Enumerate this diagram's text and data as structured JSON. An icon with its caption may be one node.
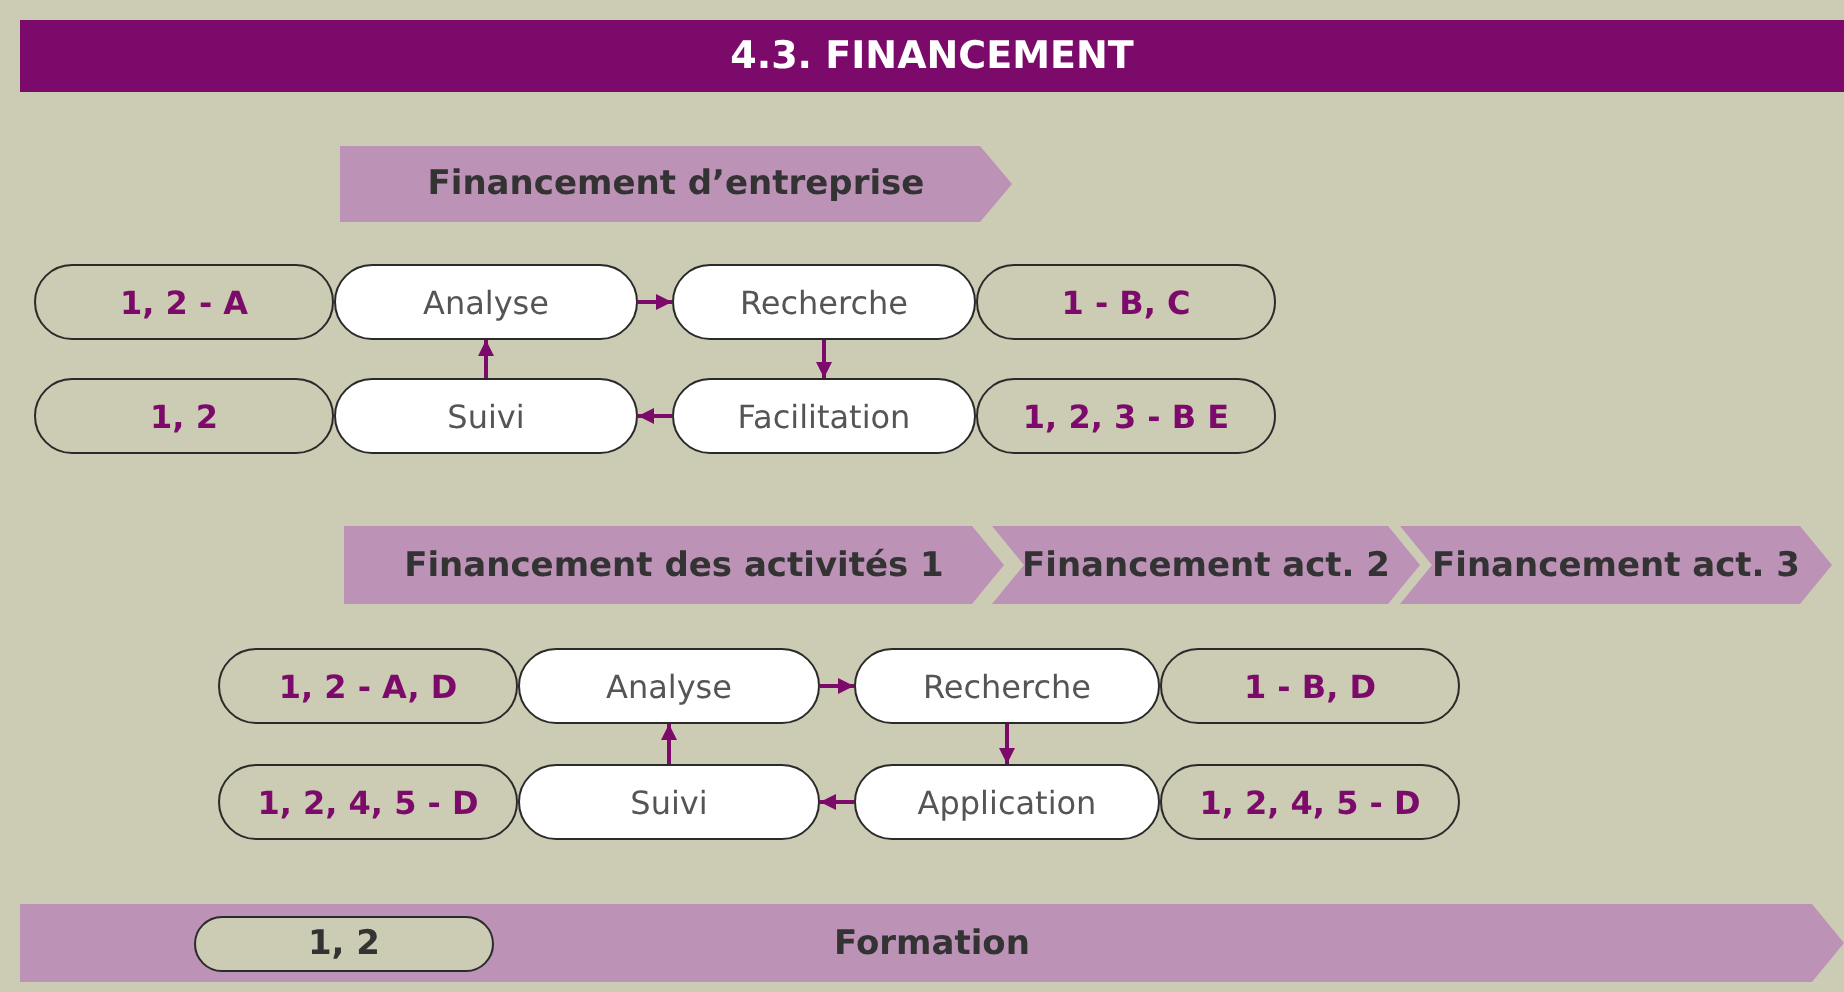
{
  "diagram": {
    "title": "4.3. FINANCEMENT",
    "nodes": [
      {
        "text": [
          "Financement d’entreprise"
        ]
      },
      {
        "text": [
          "1, 2 - A"
        ]
      },
      {
        "text": [
          "Analyse"
        ]
      },
      {
        "text": [
          "Recherche"
        ]
      },
      {
        "text": [
          "1 - B, C"
        ]
      },
      {
        "text": [
          "1, 2"
        ]
      },
      {
        "text": [
          "Suivi"
        ]
      },
      {
        "text": [
          "Facilitation"
        ]
      },
      {
        "text": [
          "1, 2, 3 - B E"
        ]
      },
      {
        "text": [
          "Financement des activités 1"
        ]
      },
      {
        "text": [
          "Financement act. 2"
        ]
      },
      {
        "text": [
          "Financement act. 3"
        ]
      },
      {
        "text": [
          "1, 2 - A, D"
        ]
      },
      {
        "text": [
          "Analyse"
        ]
      },
      {
        "text": [
          "Recherche"
        ]
      },
      {
        "text": [
          "1 - B, D"
        ]
      },
      {
        "text": [
          "1, 2, 4, 5 - D"
        ]
      },
      {
        "text": [
          "Suivi"
        ]
      },
      {
        "text": [
          "Application"
        ]
      },
      {
        "text": [
          "1, 2, 4, 5 - D"
        ]
      },
      {
        "text": [
          "Formation"
        ]
      },
      {
        "text": [
          "1, 2"
        ],
        "in": 20
      }
    ],
    "edges": [
      {
        "from": 2,
        "to": 3,
        "arrow": "to"
      },
      {
        "from": 3,
        "to": 7,
        "arrow": "to"
      },
      {
        "from": 7,
        "to": 6,
        "arrow": "to"
      },
      {
        "from": 6,
        "to": 2,
        "arrow": "to"
      },
      {
        "from": 13,
        "to": 14,
        "arrow": "to"
      },
      {
        "from": 14,
        "to": 18,
        "arrow": "to"
      },
      {
        "from": 18,
        "to": 17,
        "arrow": "to"
      },
      {
        "from": 17,
        "to": 13,
        "arrow": "to"
      }
    ]
  }
}
